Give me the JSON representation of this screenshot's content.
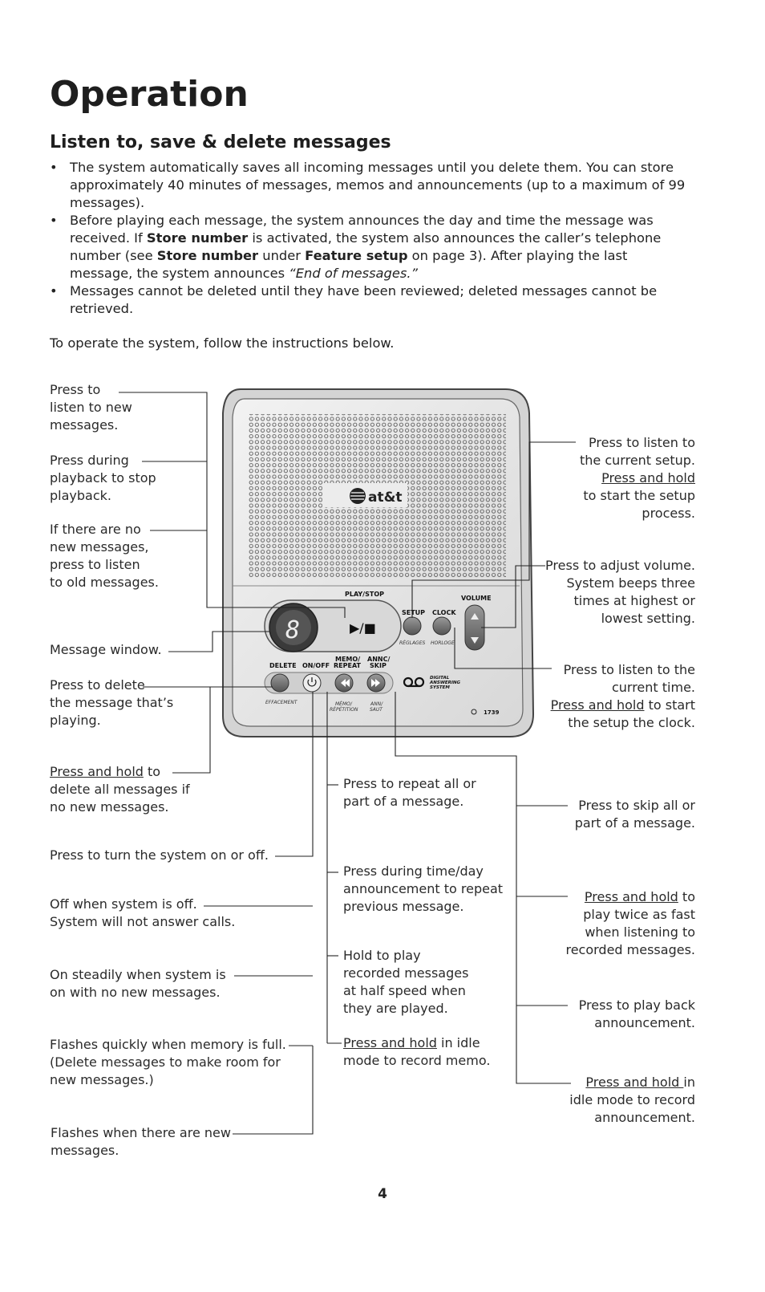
{
  "page_title": "Operation",
  "section_title": "Listen to, save & delete messages",
  "bullets": {
    "b1": "The system automatically saves all incoming messages until you delete them. You can store approximately 40 minutes of messages, memos and announcements (up to a maximum of 99 messages).",
    "b2_part1": "Before playing each message, the system announces the day and time the message was received. If ",
    "b2_bold1": "Store number",
    "b2_part2": " is activated, the system also announces the caller’s telephone number (see ",
    "b2_bold2": "Store number",
    "b2_part3": " under ",
    "b2_bold3": "Feature setup",
    "b2_part4": " on page 3). After playing the last message, the system announces ",
    "b2_italic": "“End of messages.”",
    "b3": "Messages cannot be deleted until they have been reviewed; deleted messages cannot be retrieved."
  },
  "intro": "To operate the system, follow the instructions below.",
  "device": {
    "brand": "at&t",
    "window_digit": "8",
    "play_stop": "PLAY/STOP",
    "play_symbol": "▶/■",
    "setup": "SETUP",
    "setup_fr": "RÉGLAGES",
    "clock": "CLOCK",
    "clock_fr": "HORLOGE",
    "volume": "VOLUME",
    "delete": "DELETE",
    "delete_fr": "EFFACEMENT",
    "onoff": "ON/OFF",
    "memo1": "MEMO/",
    "memo2": "REPEAT",
    "memo_fr1": "MÉMO/",
    "memo_fr2": "RÉPÉTITION",
    "anc1": "ANNC/",
    "anc2": "SKIP",
    "anc_fr1": "ANN/",
    "anc_fr2": "SAUT",
    "das1": "DIGITAL",
    "das2": "ANSWERING",
    "das3": "SYSTEM",
    "model": "1739"
  },
  "left_labels": {
    "l1": [
      "Press to",
      "listen to new",
      "messages."
    ],
    "l2": [
      "Press during",
      "playback to stop",
      "playback."
    ],
    "l3": [
      "If there are no",
      "new messages,",
      "press to listen",
      "to old messages."
    ],
    "l4": [
      "Message window."
    ],
    "l5": [
      "Press to delete",
      "the message that’s",
      "playing."
    ],
    "l6_u": "Press and hold",
    "l6_rest": " to",
    "l6": [
      "delete all messages if",
      "no new messages."
    ],
    "l7": [
      "Press to turn the system on or off."
    ],
    "l8": [
      "Off when system is off.",
      "System will not answer calls."
    ],
    "l9": [
      "On steadily when system is",
      "on with no new messages."
    ],
    "l10": [
      "Flashes quickly when memory is full.",
      "(Delete messages to make room for",
      "new messages.)"
    ],
    "l11": [
      "Flashes when there are new",
      "messages."
    ]
  },
  "middle_labels": {
    "m1": [
      "Press to repeat all or",
      "part of a message."
    ],
    "m2": [
      "Press during time/day",
      "announcement to repeat",
      "previous message."
    ],
    "m3": [
      "Hold to play",
      "recorded messages",
      "at half speed when",
      "they are played."
    ],
    "m4_u": "Press and hold",
    "m4_rest": " in idle",
    "m4": [
      "mode to record memo."
    ]
  },
  "right_labels": {
    "r1a": "Press to listen to",
    "r1b": "the current setup.",
    "r1_u": "Press and hold",
    "r1c": "to start the setup",
    "r1d": "process.",
    "r2": [
      "Press to adjust volume.",
      "System beeps three",
      "times at highest or",
      "lowest setting."
    ],
    "r3a": "Press to listen to the",
    "r3b": "current time.",
    "r3_u": "Press and hold",
    "r3_rest": " to start",
    "r3c": "the setup the clock.",
    "r4": [
      "Press to skip all or",
      "part of a message."
    ],
    "r5_u": "Press and hold",
    "r5_rest": " to",
    "r5": [
      "play twice as fast",
      "when listening to",
      "recorded messages."
    ],
    "r6": [
      "Press to play back",
      "announcement."
    ],
    "r7_u": "Press and hold ",
    "r7_rest": "in",
    "r7": [
      "idle mode to record",
      "announcement."
    ]
  },
  "page_number": "4"
}
